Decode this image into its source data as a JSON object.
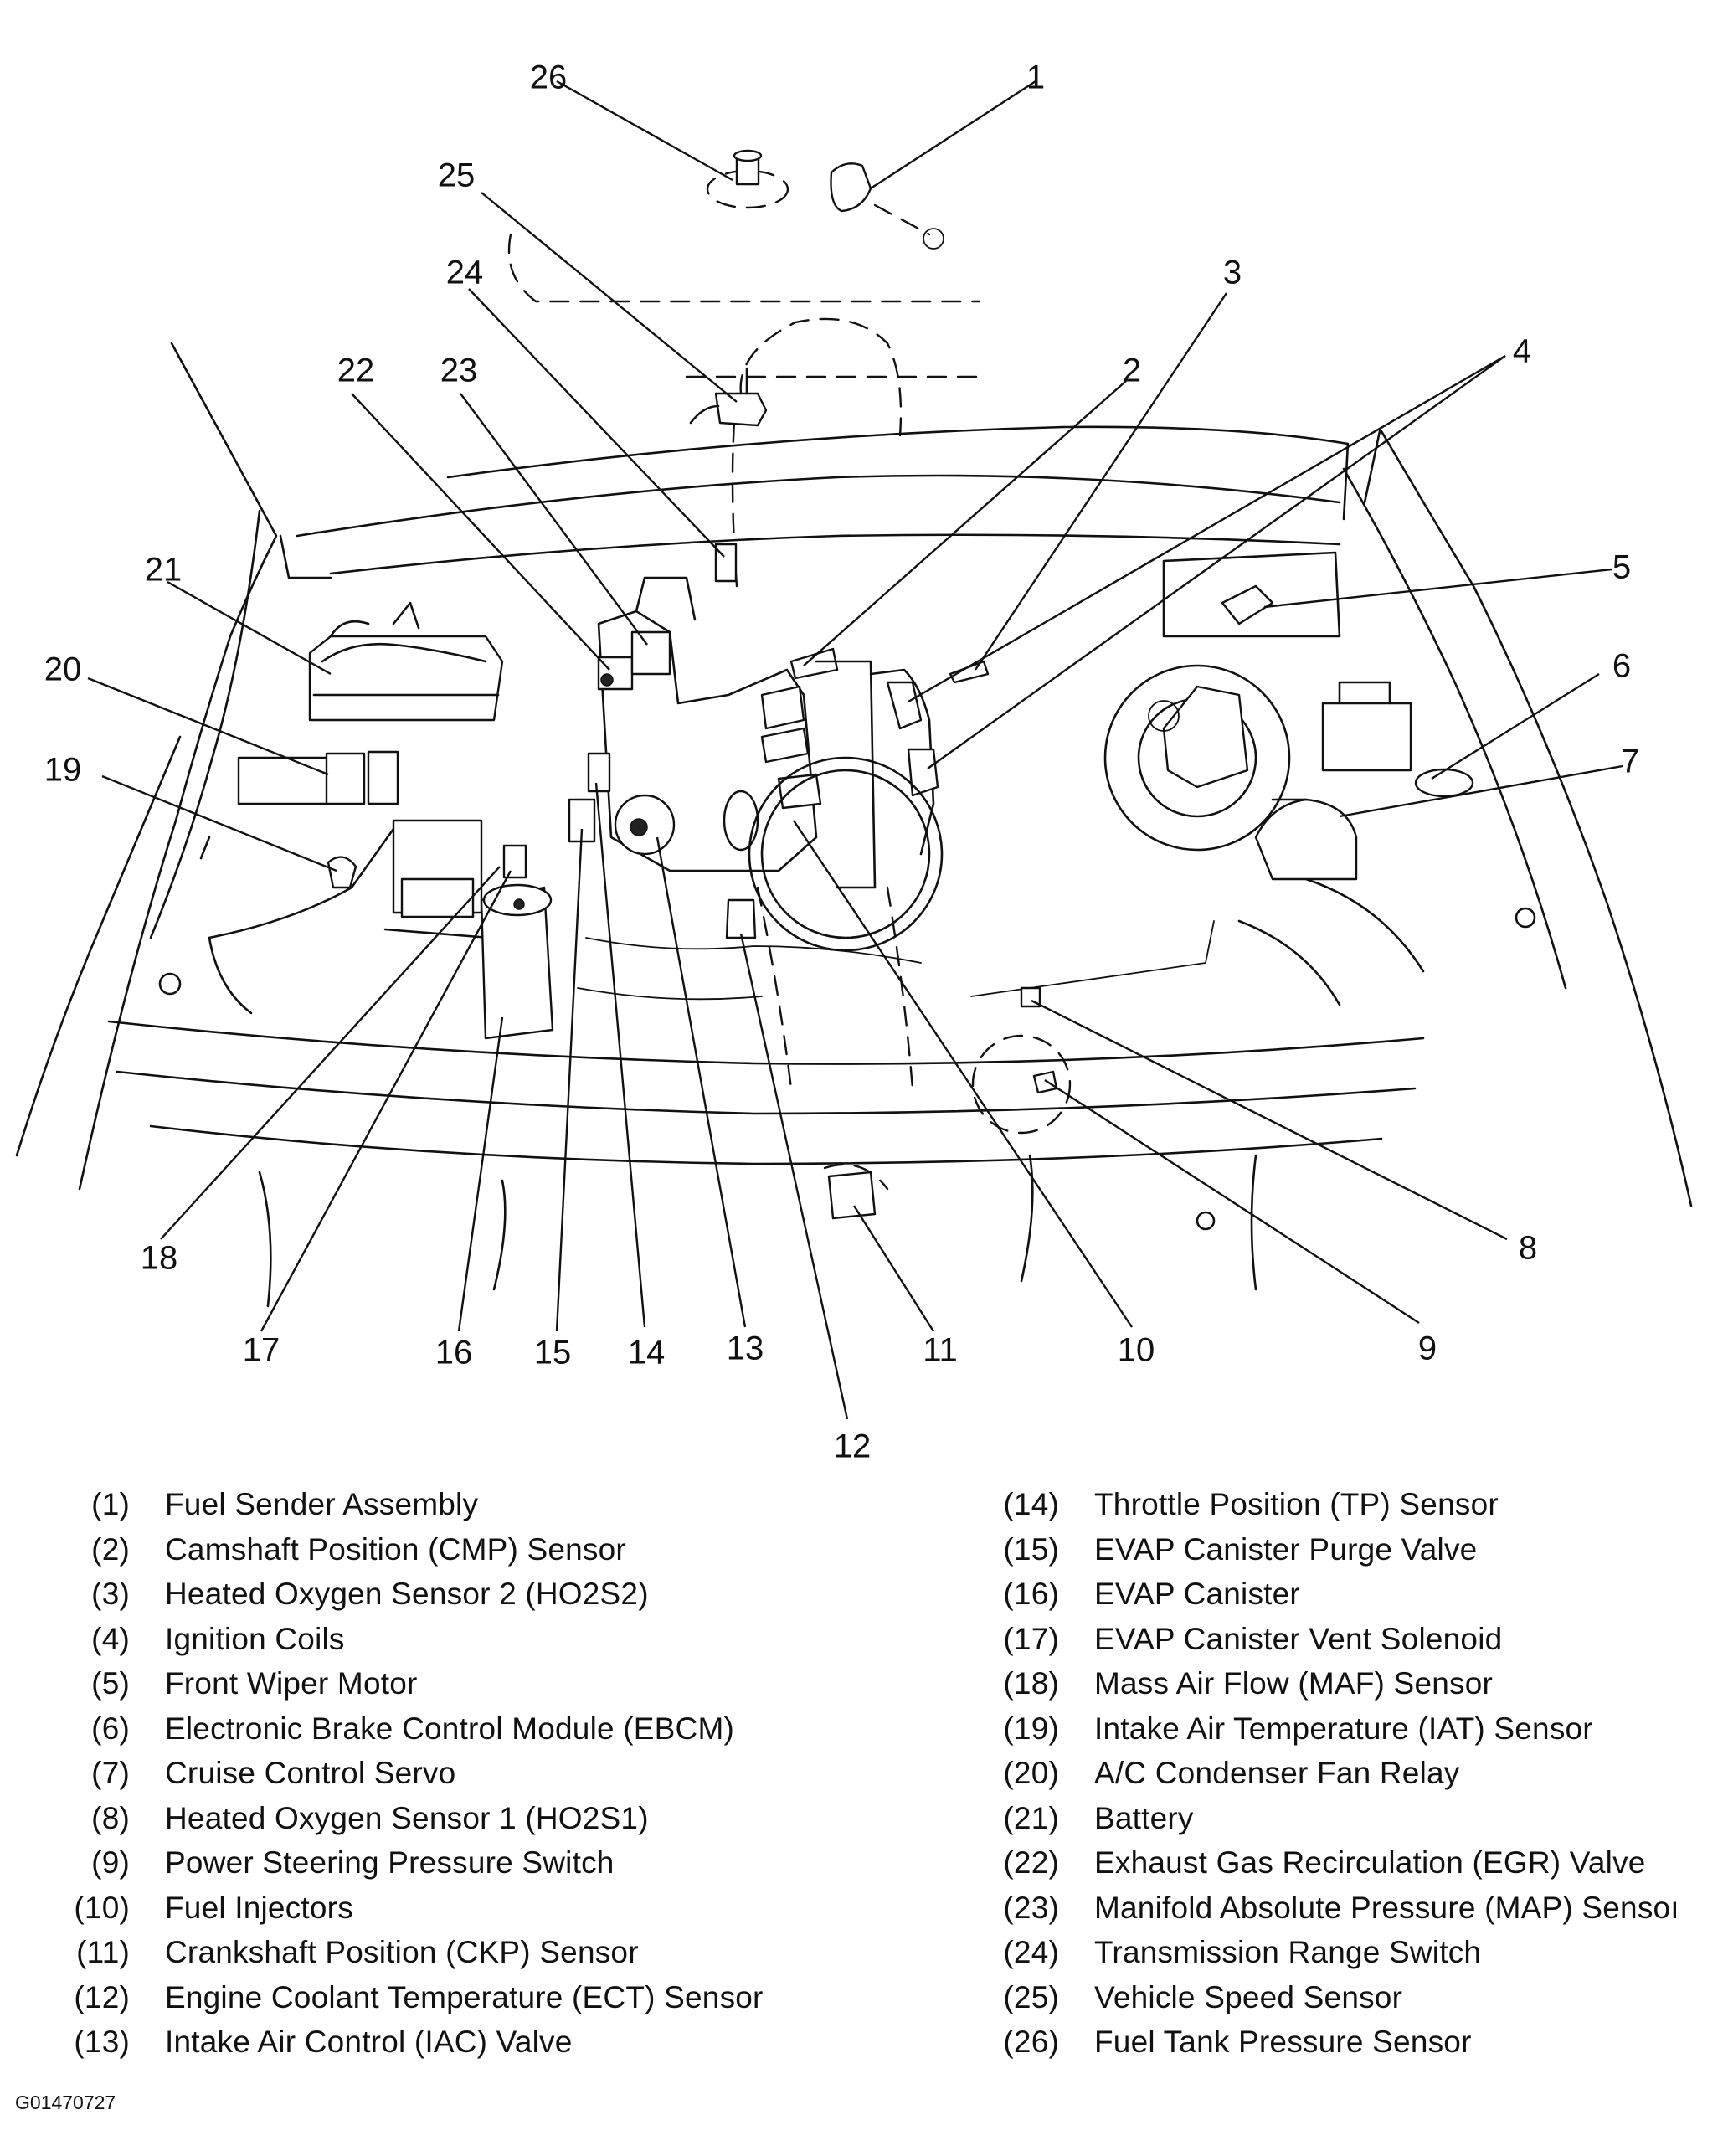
{
  "figure": {
    "id": "G01470727"
  },
  "callouts": [
    "1",
    "2",
    "3",
    "4",
    "5",
    "6",
    "7",
    "8",
    "9",
    "10",
    "11",
    "12",
    "13",
    "14",
    "15",
    "16",
    "17",
    "18",
    "19",
    "20",
    "21",
    "22",
    "23",
    "24",
    "25",
    "26"
  ],
  "legend": [
    {
      "num": "(1)",
      "text": "Fuel Sender Assembly"
    },
    {
      "num": "(2)",
      "text": "Camshaft Position (CMP) Sensor"
    },
    {
      "num": "(3)",
      "text": "Heated Oxygen Sensor 2 (HO2S2)"
    },
    {
      "num": "(4)",
      "text": "Ignition Coils"
    },
    {
      "num": "(5)",
      "text": "Front Wiper Motor"
    },
    {
      "num": "(6)",
      "text": "Electronic Brake Control Module (EBCM)"
    },
    {
      "num": "(7)",
      "text": "Cruise Control Servo"
    },
    {
      "num": "(8)",
      "text": "Heated Oxygen Sensor 1 (HO2S1)"
    },
    {
      "num": "(9)",
      "text": "Power Steering Pressure Switch"
    },
    {
      "num": "(10)",
      "text": "Fuel Injectors"
    },
    {
      "num": "(11)",
      "text": "Crankshaft Position (CKP) Sensor"
    },
    {
      "num": "(12)",
      "text": "Engine Coolant Temperature (ECT) Sensor"
    },
    {
      "num": "(13)",
      "text": "Intake Air Control (IAC) Valve"
    },
    {
      "num": "(14)",
      "text": "Throttle Position (TP) Sensor"
    },
    {
      "num": "(15)",
      "text": "EVAP Canister Purge Valve"
    },
    {
      "num": "(16)",
      "text": "EVAP Canister"
    },
    {
      "num": "(17)",
      "text": "EVAP Canister Vent Solenoid"
    },
    {
      "num": "(18)",
      "text": "Mass Air Flow (MAF) Sensor"
    },
    {
      "num": "(19)",
      "text": "Intake Air Temperature (IAT) Sensor"
    },
    {
      "num": "(20)",
      "text": "A/C Condenser Fan Relay"
    },
    {
      "num": "(21)",
      "text": "Battery"
    },
    {
      "num": "(22)",
      "text": "Exhaust Gas Recirculation (EGR) Valve"
    },
    {
      "num": "(23)",
      "text": "Manifold Absolute Pressure (MAP) Sensoı"
    },
    {
      "num": "(24)",
      "text": "Transmission Range Switch"
    },
    {
      "num": "(25)",
      "text": "Vehicle Speed Sensor"
    },
    {
      "num": "(26)",
      "text": "Fuel Tank Pressure Sensor"
    }
  ]
}
